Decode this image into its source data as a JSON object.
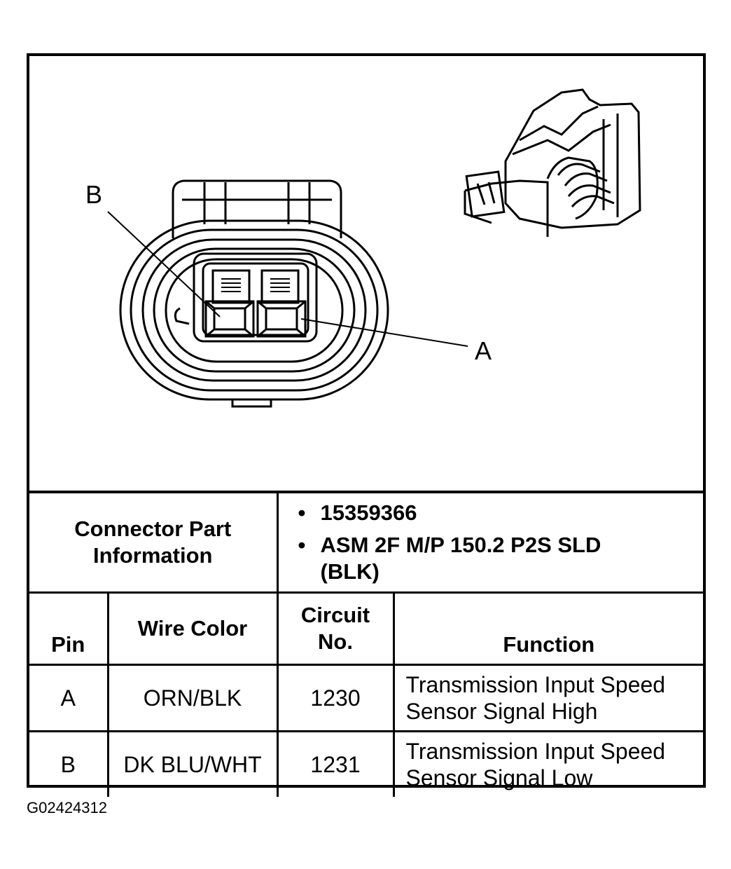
{
  "diagram": {
    "callout_b": "B",
    "callout_a": "A"
  },
  "connector_info": {
    "label": "Connector Part Information",
    "items": [
      "15359366",
      "ASM 2F M/P 150.2 P2S SLD (BLK)"
    ]
  },
  "pin_table": {
    "headers": {
      "pin": "Pin",
      "wire_color": "Wire Color",
      "circuit_no": "Circuit No.",
      "function": "Function"
    },
    "rows": [
      {
        "pin": "A",
        "wire_color": "ORN/BLK",
        "circuit_no": "1230",
        "function": "Transmission Input Speed Sensor Signal High"
      },
      {
        "pin": "B",
        "wire_color": "DK BLU/WHT",
        "circuit_no": "1231",
        "function": "Transmission Input Speed Sensor Signal Low"
      }
    ]
  },
  "figure_id": "G02424312"
}
